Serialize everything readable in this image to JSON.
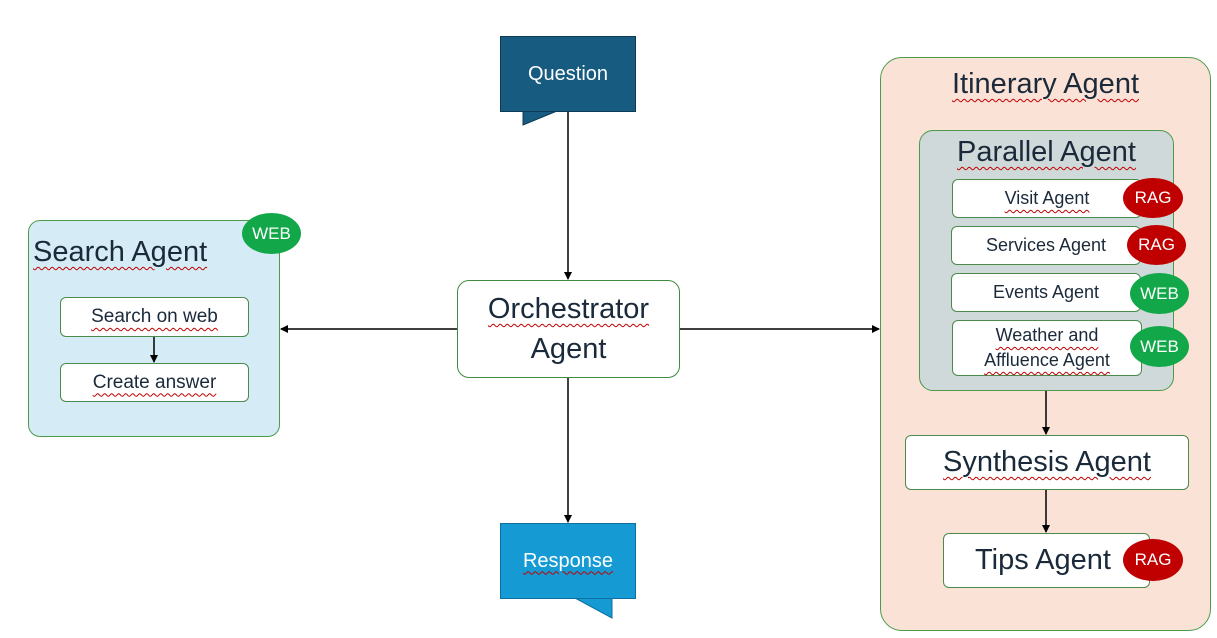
{
  "question": {
    "label": "Question"
  },
  "response": {
    "label": "Response"
  },
  "orchestrator": {
    "line1": "Orchestrator",
    "line2": "Agent"
  },
  "search_agent": {
    "title": "Search Agent",
    "badge": "WEB",
    "steps": [
      "Search on web",
      "Create answer"
    ]
  },
  "itinerary_agent": {
    "title": "Itinerary Agent",
    "parallel_agent": {
      "title": "Parallel Agent",
      "agents": [
        {
          "label": "Visit Agent",
          "badge": "RAG"
        },
        {
          "label": "Services Agent",
          "badge": "RAG"
        },
        {
          "label": "Events Agent",
          "badge": "WEB"
        },
        {
          "label_line1": "Weather and",
          "label_line2": "Affluence Agent",
          "badge": "WEB"
        }
      ]
    },
    "synthesis": {
      "label": "Synthesis Agent"
    },
    "tips": {
      "label": "Tips Agent",
      "badge": "RAG"
    }
  },
  "colors": {
    "question_fill": "#175c80",
    "response_fill": "#169ad3",
    "search_agent_fill": "#d5ebf5",
    "itinerary_fill": "#fbe2d6",
    "parallel_fill": "#cfd9d9",
    "web_badge": "#12a84a",
    "rag_badge": "#c00000",
    "box_border": "#4c9b4c"
  }
}
